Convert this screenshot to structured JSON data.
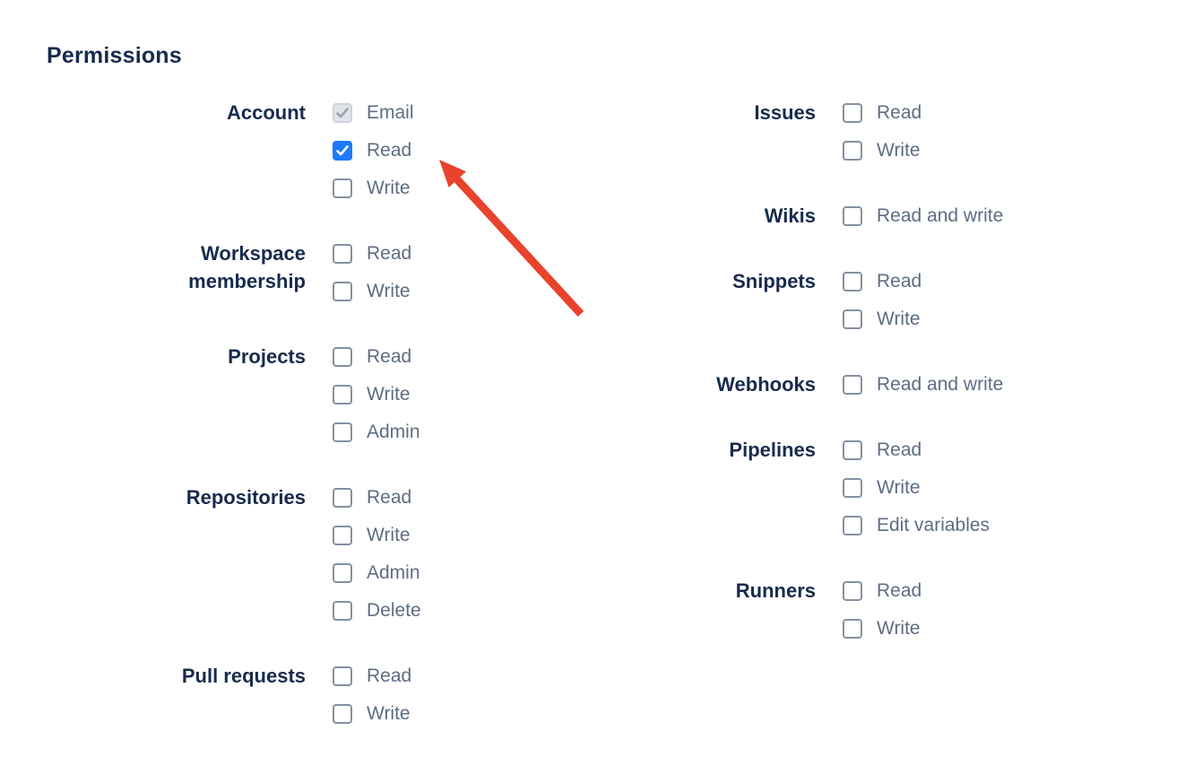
{
  "page": {
    "heading": "Permissions"
  },
  "colors": {
    "heading": "#172b4d",
    "group_label": "#172b4d",
    "option_label": "#5e6c84",
    "checkbox_border": "#8590a2",
    "checkbox_checked_bg": "#1d7afc",
    "checkbox_disabled_bg": "#e2e4e9",
    "checkbox_disabled_border": "#cfd3da",
    "checkbox_disabled_check": "#9aa3b0",
    "arrow": "#e8432b"
  },
  "annotation": {
    "description": "red arrow pointing at the checked Account Read checkbox"
  },
  "columns": [
    {
      "groups": [
        {
          "label": "Account",
          "options": [
            {
              "label": "Email",
              "checked": true,
              "disabled": true
            },
            {
              "label": "Read",
              "checked": true,
              "disabled": false
            },
            {
              "label": "Write",
              "checked": false,
              "disabled": false
            }
          ]
        },
        {
          "label": "Workspace membership",
          "options": [
            {
              "label": "Read",
              "checked": false,
              "disabled": false
            },
            {
              "label": "Write",
              "checked": false,
              "disabled": false
            }
          ]
        },
        {
          "label": "Projects",
          "options": [
            {
              "label": "Read",
              "checked": false,
              "disabled": false
            },
            {
              "label": "Write",
              "checked": false,
              "disabled": false
            },
            {
              "label": "Admin",
              "checked": false,
              "disabled": false
            }
          ]
        },
        {
          "label": "Repositories",
          "options": [
            {
              "label": "Read",
              "checked": false,
              "disabled": false
            },
            {
              "label": "Write",
              "checked": false,
              "disabled": false
            },
            {
              "label": "Admin",
              "checked": false,
              "disabled": false
            },
            {
              "label": "Delete",
              "checked": false,
              "disabled": false
            }
          ]
        },
        {
          "label": "Pull requests",
          "options": [
            {
              "label": "Read",
              "checked": false,
              "disabled": false
            },
            {
              "label": "Write",
              "checked": false,
              "disabled": false
            }
          ]
        }
      ]
    },
    {
      "groups": [
        {
          "label": "Issues",
          "options": [
            {
              "label": "Read",
              "checked": false,
              "disabled": false
            },
            {
              "label": "Write",
              "checked": false,
              "disabled": false
            }
          ]
        },
        {
          "label": "Wikis",
          "options": [
            {
              "label": "Read and write",
              "checked": false,
              "disabled": false
            }
          ]
        },
        {
          "label": "Snippets",
          "options": [
            {
              "label": "Read",
              "checked": false,
              "disabled": false
            },
            {
              "label": "Write",
              "checked": false,
              "disabled": false
            }
          ]
        },
        {
          "label": "Webhooks",
          "options": [
            {
              "label": "Read and write",
              "checked": false,
              "disabled": false
            }
          ]
        },
        {
          "label": "Pipelines",
          "options": [
            {
              "label": "Read",
              "checked": false,
              "disabled": false
            },
            {
              "label": "Write",
              "checked": false,
              "disabled": false
            },
            {
              "label": "Edit variables",
              "checked": false,
              "disabled": false
            }
          ]
        },
        {
          "label": "Runners",
          "options": [
            {
              "label": "Read",
              "checked": false,
              "disabled": false
            },
            {
              "label": "Write",
              "checked": false,
              "disabled": false
            }
          ]
        }
      ]
    }
  ]
}
